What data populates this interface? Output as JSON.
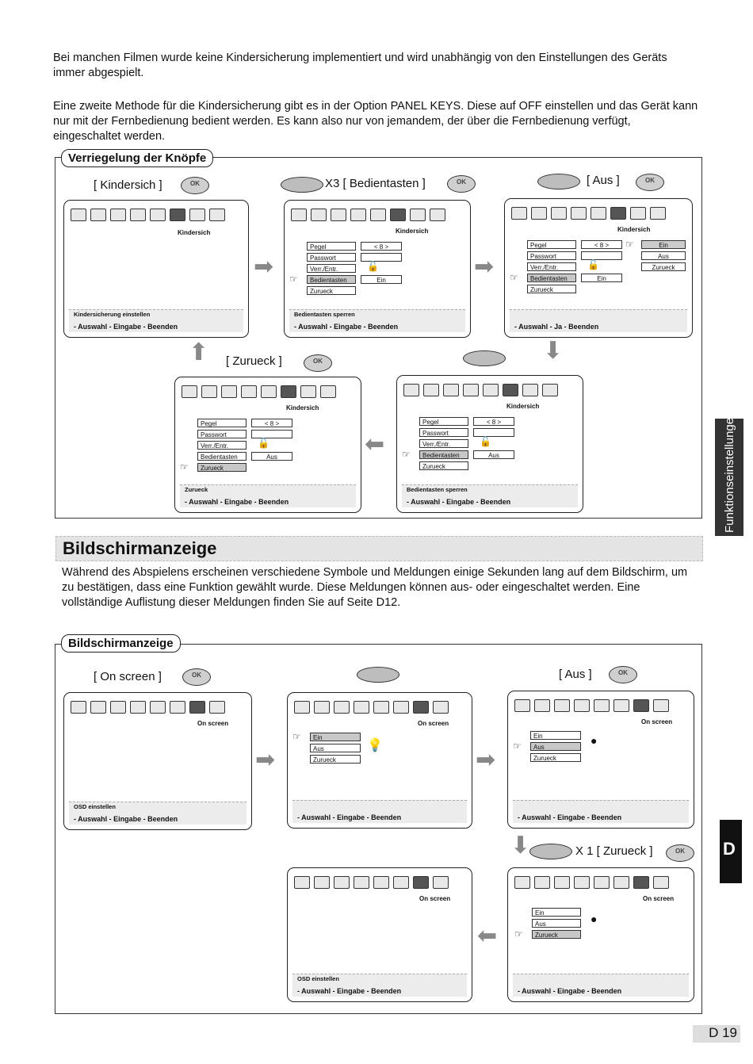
{
  "intro": {
    "p1": "Bei manchen Filmen wurde keine Kindersicherung implementiert und wird unabhängig von den Einstellungen des Geräts immer abgespielt.",
    "p2": "Eine zweite Methode für die Kindersicherung gibt es in der Option PANEL KEYS. Diese auf OFF einstellen und das Gerät kann nur mit der Fernbedienung bedient werden. Es kann also nur von jemandem, der über die Fernbedienung verfügt, eingeschaltet werden."
  },
  "section1": {
    "title": "Verriegelung der Knöpfe",
    "step_labels": [
      "[ Kindersich ]",
      "X3  [ Bedientasten ]",
      "[ Aus ]",
      "[ Zurueck ]"
    ],
    "screen_name": "Kindersich",
    "menu": [
      "Pegel",
      "Passwort",
      "Verr./Entr.",
      "Bedientasten",
      "Zurueck"
    ],
    "pegel_value": "< 8 >",
    "val_ein": "Ein",
    "val_aus": "Aus",
    "popup": [
      "Ein",
      "Aus",
      "Zurueck"
    ],
    "status_kinder": "Kindersicherung einstellen",
    "status_bedien": "Bedientasten sperren",
    "status_zurueck": "Zurueck",
    "hint_main": "- Auswahl  - Eingabe  - Beenden",
    "hint_ja": "- Auswahl  - Ja  - Beenden"
  },
  "section2": {
    "heading": "Bildschirmanzeige",
    "text": "Während des Abspielens erscheinen verschiedene Symbole und Meldungen einige Sekunden lang auf dem Bildschirm, um zu bestätigen, dass eine Funktion gewählt wurde. Diese Meldungen können aus- oder eingeschaltet werden. Eine vollständige Auflistung dieser Meldungen finden Sie auf Seite D12.",
    "box_title": "Bildschirmanzeige",
    "step_labels": [
      "[ On screen ]",
      "[ Aus ]",
      "X 1 [ Zurueck ]"
    ],
    "screen_name": "On screen",
    "menu": [
      "Ein",
      "Aus",
      "Zurueck"
    ],
    "status_osd": "OSD einstellen",
    "hint_main": "- Auswahl  - Eingabe  - Beenden"
  },
  "side_tab": "Funktionseinstellungen",
  "d_tab": "D",
  "page_number": "D 19"
}
